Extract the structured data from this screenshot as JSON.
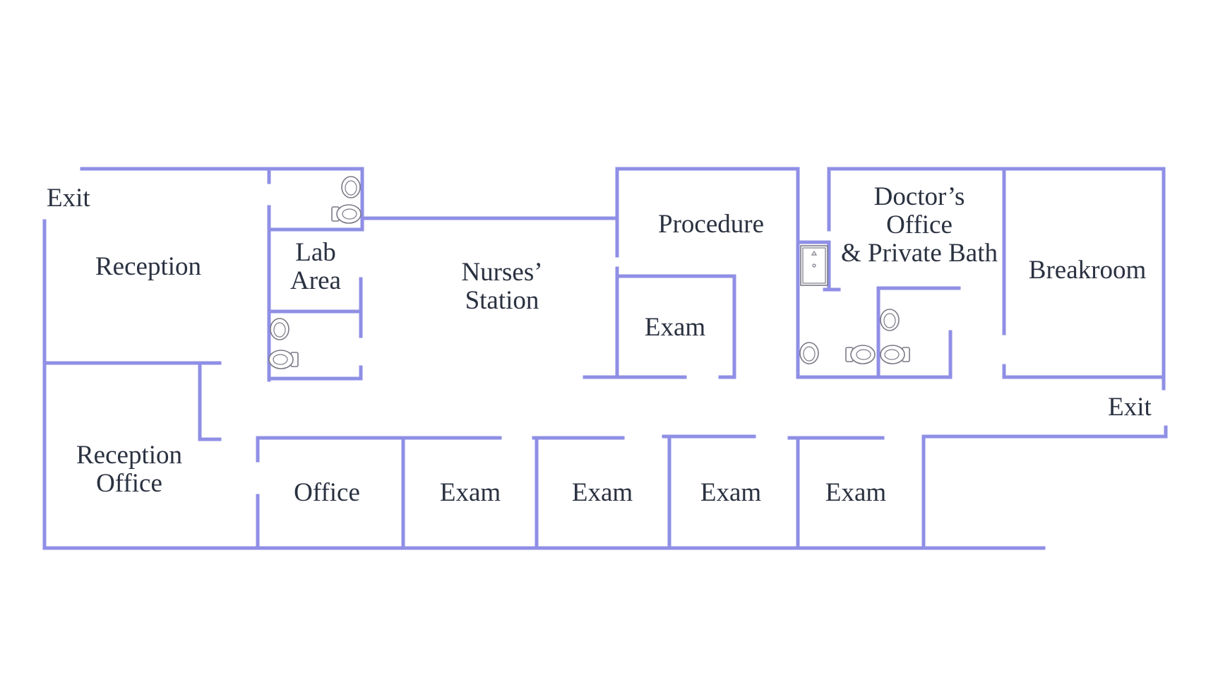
{
  "colors": {
    "wall": "#8f8fe6",
    "text": "#2a3140",
    "background": "#ffffff"
  },
  "labels": {
    "exit_top_left": "Exit",
    "reception": "Reception",
    "lab_area_line1": "Lab",
    "lab_area_line2": "Area",
    "nurses_station_line1": "Nurses’",
    "nurses_station_line2": "Station",
    "procedure": "Procedure",
    "exam_upper": "Exam",
    "doctors_office_line1": "Doctor’s",
    "doctors_office_line2": "Office",
    "doctors_office_line3": "& Private Bath",
    "breakroom": "Breakroom",
    "exit_right": "Exit",
    "reception_office_line1": "Reception",
    "reception_office_line2": "Office",
    "office": "Office",
    "exam_1": "Exam",
    "exam_2": "Exam",
    "exam_3": "Exam",
    "exam_4": "Exam"
  },
  "fixtures": [
    "sink-icon",
    "toilet-icon",
    "shower-icon"
  ]
}
